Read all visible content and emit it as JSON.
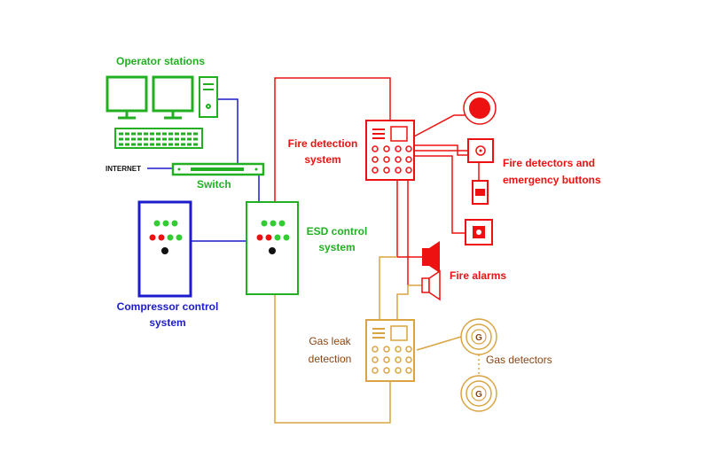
{
  "labels": {
    "operator_stations": "Operator stations",
    "internet": "INTERNET",
    "switch": "Switch",
    "compressor_line1": "Compressor control",
    "compressor_line2": "system",
    "esd_line1": "ESD control",
    "esd_line2": "system",
    "fire_detection_line1": "Fire detection",
    "fire_detection_line2": "system",
    "fire_detectors_line1": "Fire detectors and",
    "fire_detectors_line2": "emergency buttons",
    "fire_alarms": "Fire alarms",
    "gas_leak_line1": "Gas leak",
    "gas_leak_line2": "detection",
    "gas_detectors": "Gas detectors",
    "gas_detector_symbol": "G"
  },
  "colors": {
    "green": "#22b022",
    "blue": "#1c1ccc",
    "red": "#ee1111",
    "gold": "#d9a441",
    "brown": "#8b4513"
  }
}
